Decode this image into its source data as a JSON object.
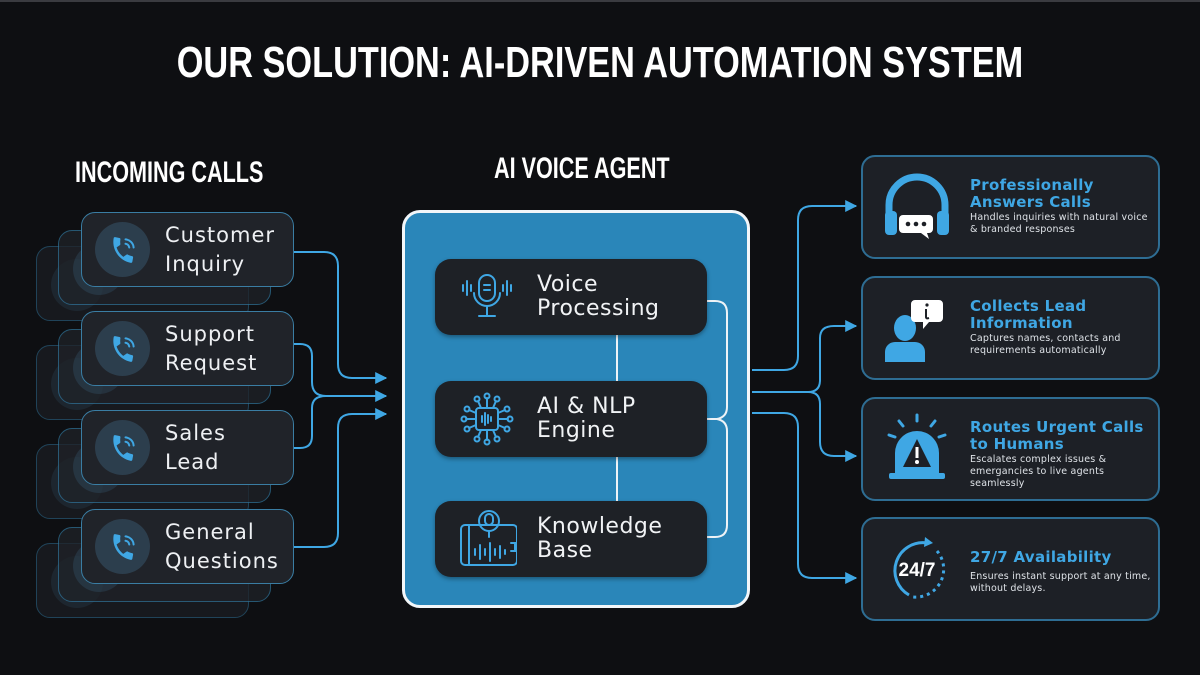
{
  "title": "OUR SOLUTION: AI-DRIVEN AUTOMATION SYSTEM",
  "incoming": {
    "heading": "INCOMING CALLS",
    "icon": "phone-call-icon",
    "items": [
      {
        "label": "Customer\nInquiry"
      },
      {
        "label": "Support\nRequest"
      },
      {
        "label": "Sales\nLead"
      },
      {
        "label": "General\nQuestions"
      }
    ]
  },
  "agent": {
    "heading": "AI VOICE AGENT",
    "modules": [
      {
        "label": "Voice\nProcessing",
        "icon": "microphone-icon"
      },
      {
        "label": "AI & NLP\nEngine",
        "icon": "ai-chip-icon"
      },
      {
        "label": "Knowledge\nBase",
        "icon": "knowledge-base-icon"
      }
    ]
  },
  "benefits": [
    {
      "title": "Professionally Answers Calls",
      "description": "Handles inquiries with natural voice & branded responses",
      "icon": "headset-chat-icon"
    },
    {
      "title": "Collects Lead Information",
      "description": "Captures names, contacts and requirements automatically",
      "icon": "user-info-icon"
    },
    {
      "title": "Routes Urgent Calls to Humans",
      "description": "Escalates complex issues & emergancies to live agents seamlessly",
      "icon": "alarm-siren-icon"
    },
    {
      "title": "27/7 Availability",
      "description": "Ensures instant support at any time, without delays.",
      "icon": "clock-24-7-icon",
      "badge": "24/7"
    }
  ],
  "colors": {
    "background": "#0e0f12",
    "accent": "#3fa7e4",
    "panel": "#2a86b9",
    "card": "#1f2228",
    "card_border": "#2f6f93"
  }
}
